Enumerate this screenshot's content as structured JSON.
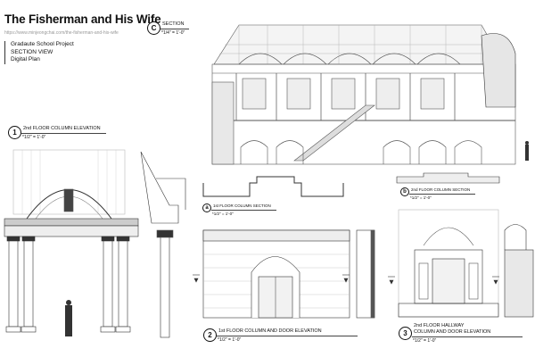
{
  "header": {
    "title": "The Fisherman and His Wife",
    "url": "https://www.minjeongchai.com/the-fisherman-and-his-wife",
    "meta": [
      "Gradaute School Project",
      "SECTION VIEW",
      "Digital Plan"
    ]
  },
  "drawings": [
    {
      "id": "c",
      "marker": "C",
      "title": "SECTION",
      "scale": "*1/4\" = 1'-0\""
    },
    {
      "id": "1",
      "marker": "1",
      "title": "2nd FLOOR COLUMN ELEVATION",
      "scale": "*1/2\" = 1'-0\""
    },
    {
      "id": "a",
      "marker": "a",
      "title": "1st FLOOR COLUMN SECTION",
      "scale": "*1/2\" = 1'-0\""
    },
    {
      "id": "b",
      "marker": "b",
      "title": "2nd FLOOR COLUMN SECTION",
      "scale": "*1/2\" = 1'-0\""
    },
    {
      "id": "2",
      "marker": "2",
      "title": "1st FLOOR COLUMN AND DOOR ELEVATION",
      "scale": "*1/2\" = 1'-0\""
    },
    {
      "id": "3",
      "marker": "3",
      "title_line1": "2nd FLOOR HALLWAY",
      "title": "COLUMN AND DOOR ELEVATION",
      "scale": "*1/2\" = 1'-0\""
    }
  ]
}
